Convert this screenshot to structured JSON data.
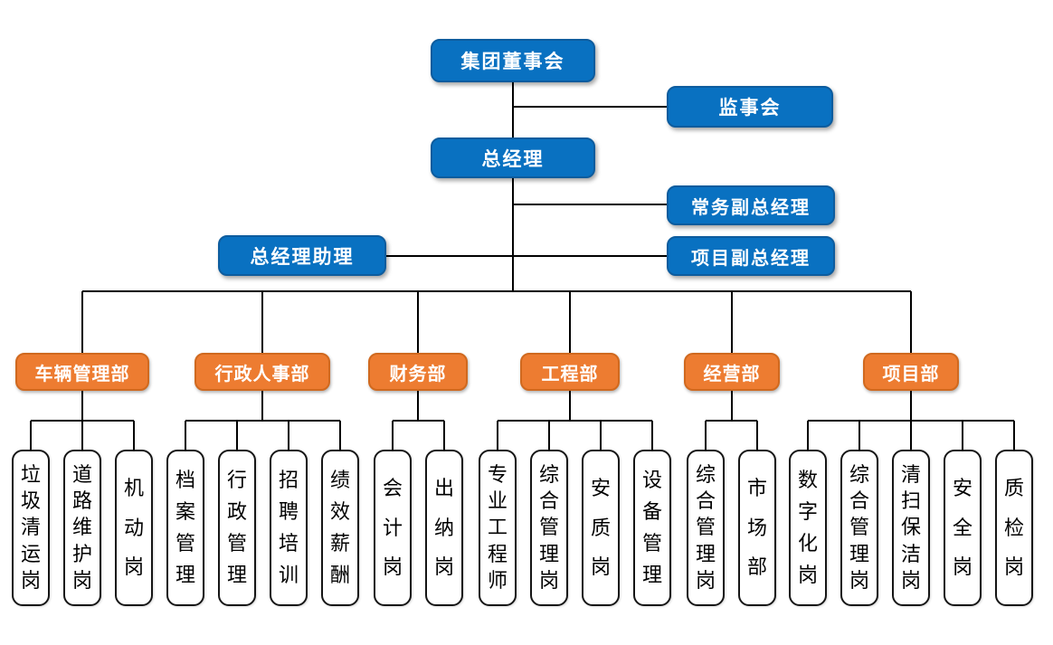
{
  "executive": {
    "board": "集团董事会",
    "supervisory": "监事会",
    "general_manager": "总经理",
    "executive_deputy_gm": "常务副总经理",
    "gm_assistant": "总经理助理",
    "project_deputy_gm": "项目副总经理"
  },
  "departments": [
    {
      "name": "车辆管理部",
      "positions": [
        "垃圾清运岗",
        "道路维护岗",
        "机动岗"
      ]
    },
    {
      "name": "行政人事部",
      "positions": [
        "档案管理",
        "行政管理",
        "招聘培训",
        "绩效薪酬"
      ]
    },
    {
      "name": "财务部",
      "positions": [
        "会计岗",
        "出纳岗"
      ]
    },
    {
      "name": "工程部",
      "positions": [
        "专业工程师",
        "综合管理岗",
        "安质岗",
        "设备管理"
      ]
    },
    {
      "name": "经营部",
      "positions": [
        "综合管理岗",
        "市场部"
      ]
    },
    {
      "name": "项目部",
      "positions": [
        "数字化岗",
        "综合管理岗",
        "清扫保洁岗",
        "安全岗",
        "质检岗"
      ]
    }
  ],
  "colors": {
    "executive_box": "#0971C1",
    "department_box": "#ED7C31",
    "position_box_border": "#151515",
    "connector_line": "#000000"
  }
}
